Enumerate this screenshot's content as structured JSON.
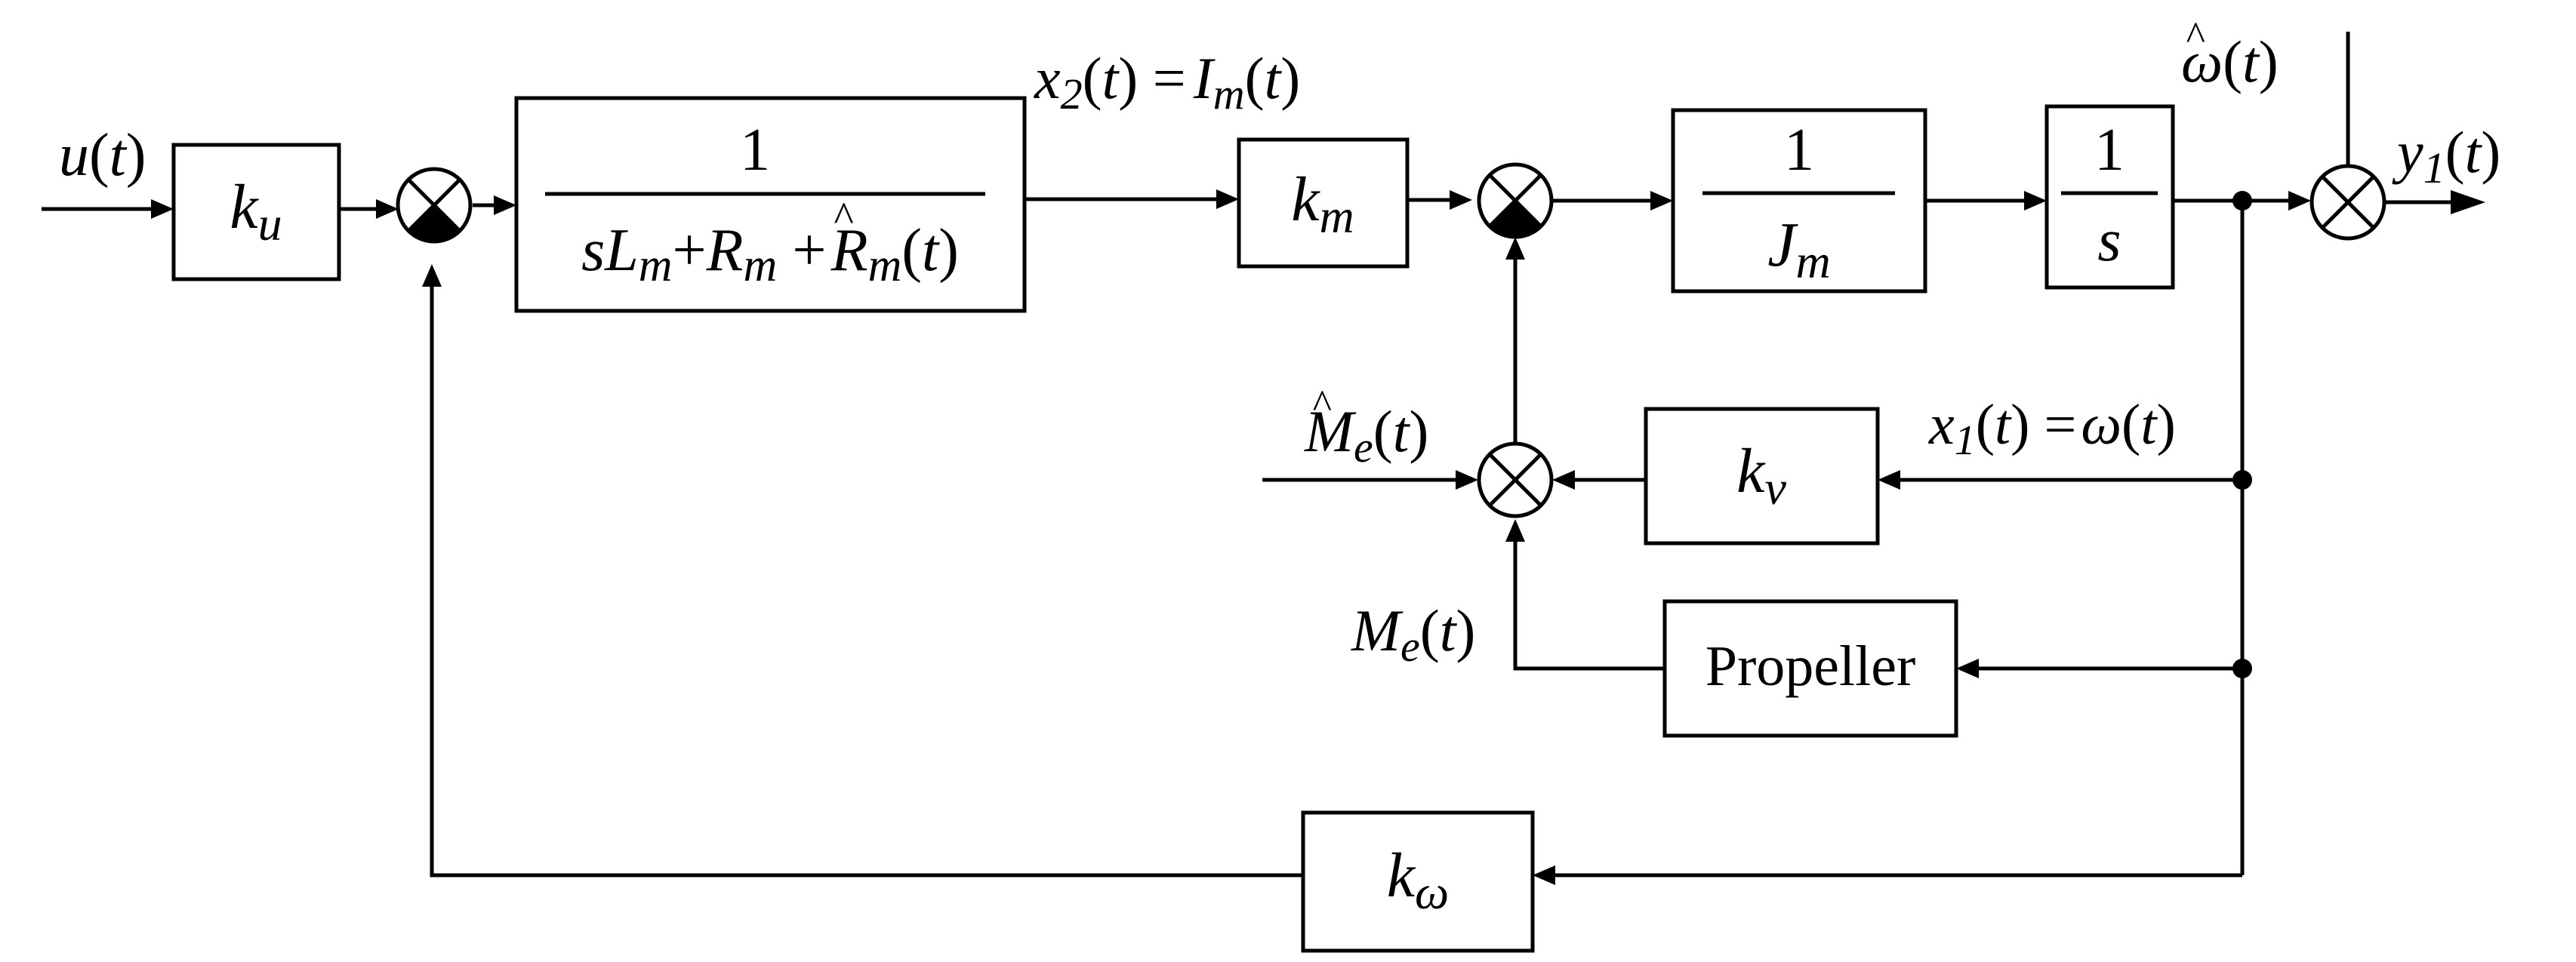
{
  "signals": {
    "input": [
      "u",
      "(",
      "t",
      ")"
    ],
    "current": [
      "x",
      "2",
      "(",
      "t",
      ") =",
      "I",
      "m",
      "(",
      "t",
      ")"
    ],
    "omega_hat": [
      "^",
      "ω",
      "(",
      "t",
      ")"
    ],
    "output": [
      "y",
      "1",
      "(",
      "t",
      ")"
    ],
    "torque_hat": [
      "^",
      "M",
      "e",
      "(",
      "t",
      ")"
    ],
    "state1": [
      "x",
      "1",
      "(",
      "t",
      ") =",
      "ω",
      "(",
      "t",
      ")"
    ],
    "torque": [
      "M",
      "e",
      "(",
      "t",
      ")"
    ]
  },
  "blocks": {
    "ku": [
      "k",
      "u"
    ],
    "electrical": {
      "numerator": "1",
      "denominator": [
        "s",
        "L",
        "m",
        "+",
        "R",
        "m",
        " +",
        "^",
        "R",
        "m",
        "(",
        "t",
        ")"
      ]
    },
    "km": [
      "k",
      "m"
    ],
    "inertia": {
      "numerator": "1",
      "denominator": [
        "J",
        "m"
      ]
    },
    "integrator": {
      "numerator": "1",
      "denominator": "s"
    },
    "kv": [
      "k",
      "v"
    ],
    "propeller": "Propeller",
    "komega": [
      "k",
      "ω"
    ]
  }
}
